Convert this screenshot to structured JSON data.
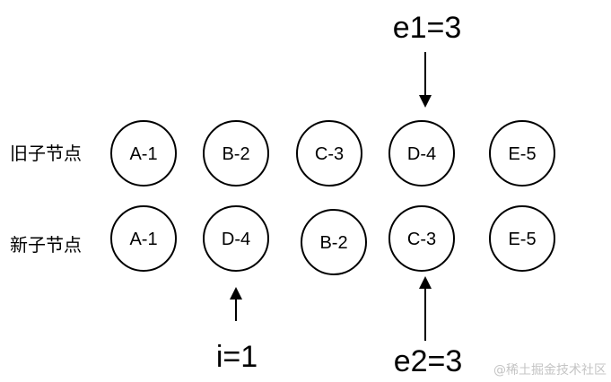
{
  "rows": {
    "old": {
      "label": "旧子节点",
      "nodes": [
        "A-1",
        "B-2",
        "C-3",
        "D-4",
        "E-5"
      ]
    },
    "new": {
      "label": "新子节点",
      "nodes": [
        "A-1",
        "D-4",
        "B-2",
        "C-3",
        "E-5"
      ]
    }
  },
  "pointers": {
    "e1": "e1=3",
    "i": "i=1",
    "e2": "e2=3"
  },
  "watermark": "@稀土掘金技术社区",
  "colors": {
    "stroke": "#000000",
    "background": "#ffffff",
    "watermark": "#c4c4c4"
  }
}
